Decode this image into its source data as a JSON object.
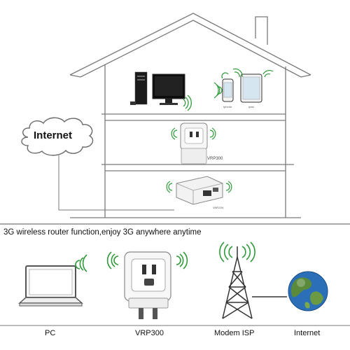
{
  "house": {
    "cloud_label": "Internet",
    "iphone_label": "Iphone",
    "ipad_label": "Ipad",
    "plug_router_label": "VRP300",
    "desk_router_label": "VAR11N"
  },
  "banner": {
    "text": "3G wireless router function,enjoy 3G anywhere anytime"
  },
  "bottom": {
    "pc_label": "PC",
    "router_label": "VRP300",
    "modem_label": "Modem ISP",
    "internet_label": "Internet"
  },
  "colors": {
    "line": "#7a7a7a",
    "wifi": "#2f9a3a",
    "globe_ocean": "#2a6fb8",
    "globe_land": "#5a8a3a"
  }
}
